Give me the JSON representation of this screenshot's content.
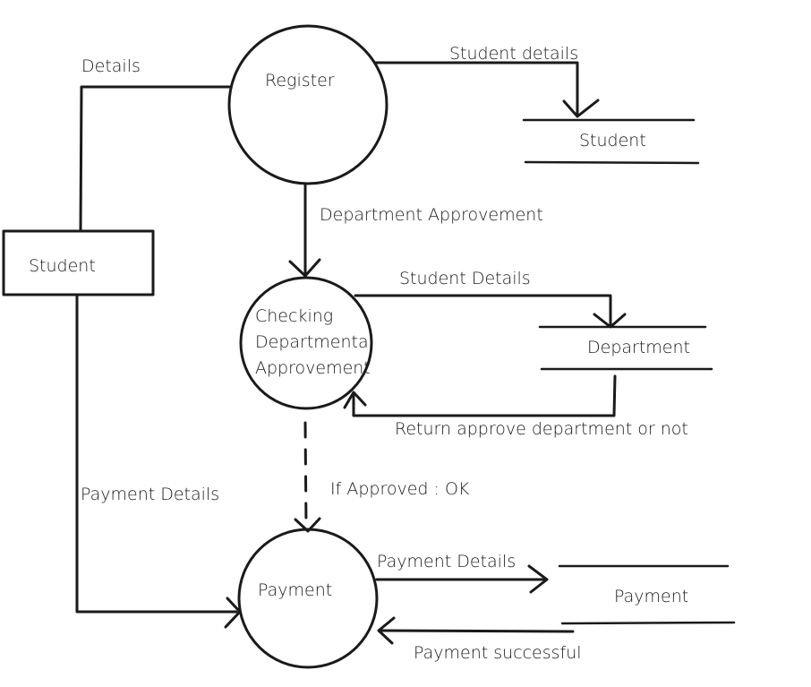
{
  "processes": {
    "register": "Register",
    "checking": [
      "Checking",
      "Departmental",
      "Approvement"
    ],
    "payment": "Payment"
  },
  "entities": {
    "student": "Student"
  },
  "data_stores": {
    "student": "Student",
    "department": "Department",
    "payment": "Payment"
  },
  "flows": {
    "details": "Details",
    "student_details_top": "Student details",
    "department_approvement": "Department Approvement",
    "student_details_mid": "Student Details",
    "return_approve": "Return approve department or not",
    "if_approved": "If Approved : OK",
    "payment_details_left": "Payment Details",
    "payment_details_right": "Payment Details",
    "payment_successful": "Payment successful"
  },
  "colors": {
    "ink": "#1a1a1a",
    "background": "#ffffff"
  }
}
